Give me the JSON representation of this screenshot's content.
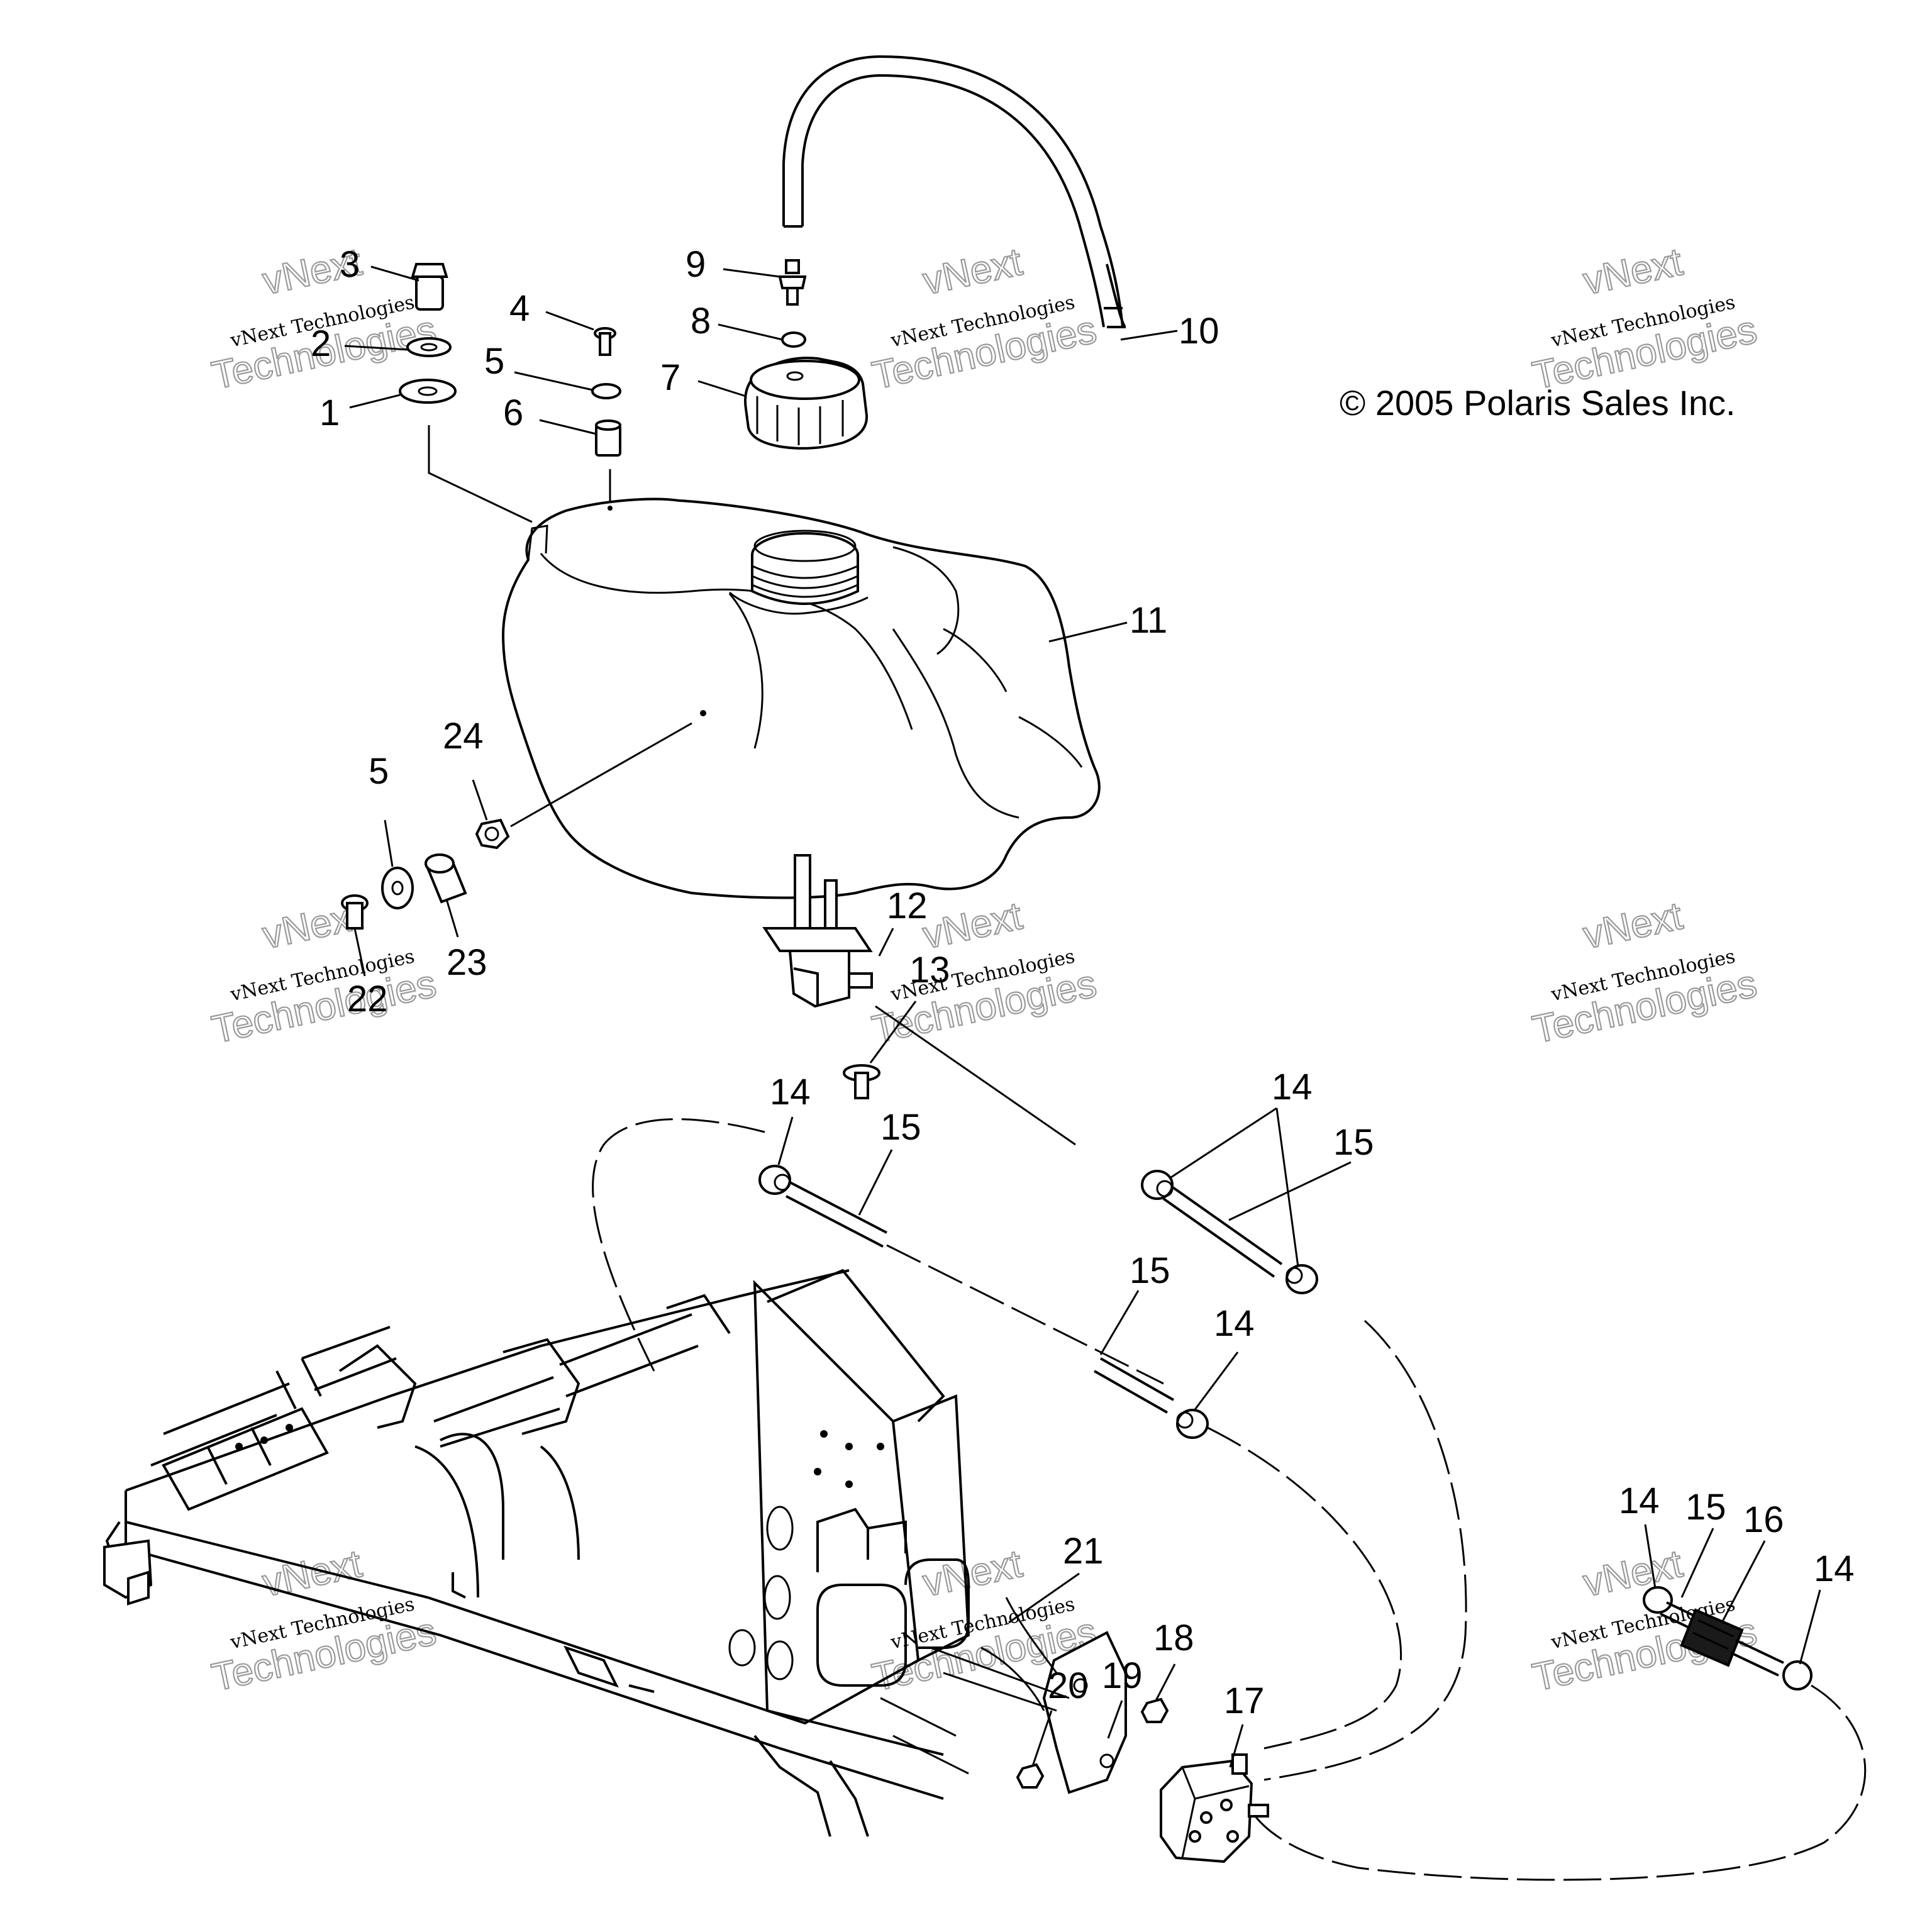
{
  "copyright": "© 2005 Polaris Sales Inc.",
  "watermark": {
    "line1": "vNext",
    "line2": "vNext Technologies",
    "line3": "Technologies"
  },
  "callouts": [
    {
      "id": "c3",
      "text": "3"
    },
    {
      "id": "c2",
      "text": "2"
    },
    {
      "id": "c1",
      "text": "1"
    },
    {
      "id": "c4",
      "text": "4"
    },
    {
      "id": "c5a",
      "text": "5"
    },
    {
      "id": "c6",
      "text": "6"
    },
    {
      "id": "c9",
      "text": "9"
    },
    {
      "id": "c8",
      "text": "8"
    },
    {
      "id": "c7",
      "text": "7"
    },
    {
      "id": "c10",
      "text": "10"
    },
    {
      "id": "c11",
      "text": "11"
    },
    {
      "id": "c24",
      "text": "24"
    },
    {
      "id": "c5b",
      "text": "5"
    },
    {
      "id": "c23",
      "text": "23"
    },
    {
      "id": "c22",
      "text": "22"
    },
    {
      "id": "c12",
      "text": "12"
    },
    {
      "id": "c13",
      "text": "13"
    },
    {
      "id": "c14a",
      "text": "14"
    },
    {
      "id": "c15a",
      "text": "15"
    },
    {
      "id": "c14b",
      "text": "14"
    },
    {
      "id": "c15b",
      "text": "15"
    },
    {
      "id": "c15c",
      "text": "15"
    },
    {
      "id": "c14c",
      "text": "14"
    },
    {
      "id": "c21",
      "text": "21"
    },
    {
      "id": "c14d",
      "text": "14"
    },
    {
      "id": "c15d",
      "text": "15"
    },
    {
      "id": "c16",
      "text": "16"
    },
    {
      "id": "c14e",
      "text": "14"
    },
    {
      "id": "c18",
      "text": "18"
    },
    {
      "id": "c20",
      "text": "20"
    },
    {
      "id": "c19",
      "text": "19"
    },
    {
      "id": "c17",
      "text": "17"
    }
  ]
}
